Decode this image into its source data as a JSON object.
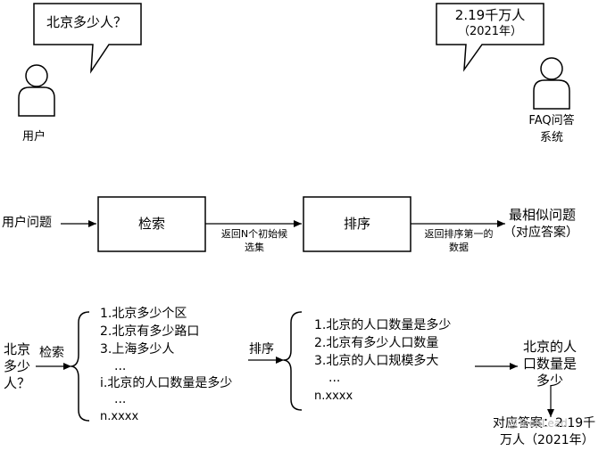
{
  "top": {
    "user_bubble": "北京多少人？",
    "system_bubble": [
      "2.19千万人",
      "（2021年）"
    ],
    "user_label": "用户",
    "system_label": [
      "FAQ问答",
      "系统"
    ]
  },
  "flow": {
    "input": "用户问题",
    "retrieve": "检索",
    "arrow1": [
      "返回N个初始候",
      "选集"
    ],
    "rank": "排序",
    "arrow2": [
      "返回排序第一的",
      "数据"
    ],
    "output": [
      "最相似问题",
      "（对应答案）"
    ]
  },
  "example": {
    "query": [
      "北京",
      "多少",
      "人？"
    ],
    "retrieve_label": "检索",
    "candidates": [
      "1.北京多少个区",
      "2.北京有多少路口",
      "3.上海多少人",
      "...",
      "i.北京的人口数量是多少",
      "...",
      "n.xxxx"
    ],
    "rank_label": "排序",
    "ranked": [
      "1.北京的人口数量是多少",
      "2.北京有多少人口数量",
      "3.北京的人口规模多大",
      "...",
      "n.xxxx"
    ],
    "best": [
      "北京的人",
      "口数量是",
      "多少"
    ],
    "answer": [
      "对应答案：2.19千",
      "万人（2021年）"
    ]
  },
  "watermark": "@TechLead"
}
